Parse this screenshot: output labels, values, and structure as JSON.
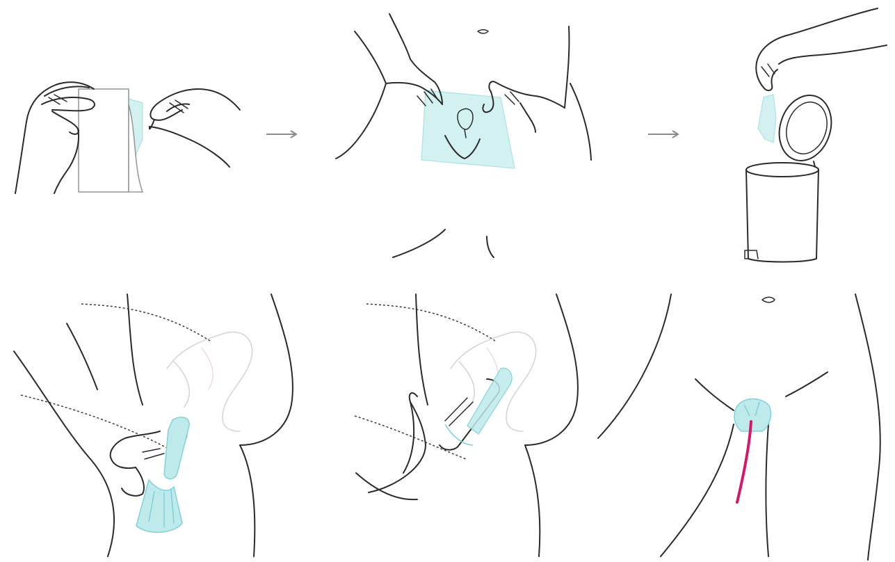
{
  "colors": {
    "line": "#2a2a2a",
    "accent_cyan": "#bfeaec",
    "accent_cyan_stroke": "#7fd3d8",
    "accent_magenta": "#d6186a",
    "arrow": "#8a8a8a",
    "background": "#ffffff"
  },
  "panels": [
    {
      "id": "step-1",
      "icon": "hands-opening-package-icon"
    },
    {
      "id": "step-2",
      "icon": "sheet-placement-icon"
    },
    {
      "id": "step-3",
      "icon": "disposal-bin-icon"
    },
    {
      "id": "step-4",
      "icon": "insertion-hand-icon"
    },
    {
      "id": "step-5",
      "icon": "finger-push-icon"
    },
    {
      "id": "step-6",
      "icon": "string-visible-icon"
    }
  ],
  "arrows": [
    "arrow-right-icon",
    "arrow-right-icon"
  ]
}
